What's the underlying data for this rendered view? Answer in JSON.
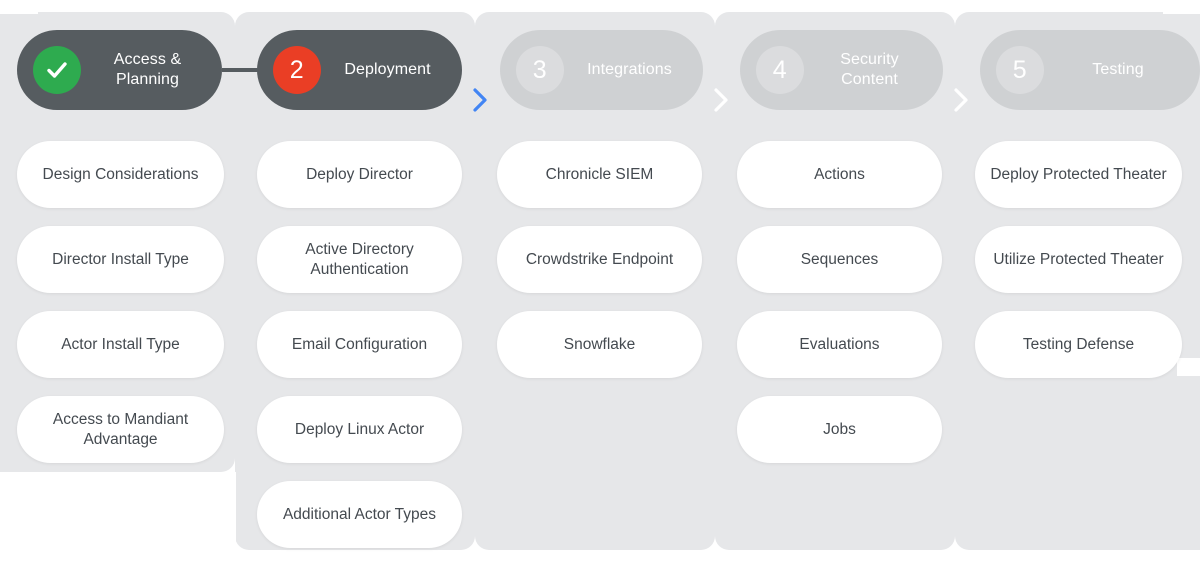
{
  "theme": {
    "page_background": "#ffffff",
    "column_background": "#e6e7e9",
    "step_active_bg": "#565c60",
    "step_upcoming_bg": "#cfd1d3",
    "badge_done_color": "#2eab4f",
    "badge_current_color": "#ea3e25",
    "badge_upcoming_color": "#dbdcde",
    "chevron_active_color": "#4285f4",
    "chevron_inactive_color": "#ffffff",
    "card_background": "#ffffff",
    "card_text_color": "#444a50"
  },
  "stepper": {
    "steps": [
      {
        "number": "",
        "label": "Access & Planning",
        "state": "done",
        "badge_icon": "check-icon"
      },
      {
        "number": "2",
        "label": "Deployment",
        "state": "current",
        "badge_icon": ""
      },
      {
        "number": "3",
        "label": "Integrations",
        "state": "upcoming",
        "badge_icon": ""
      },
      {
        "number": "4",
        "label": "Security Content",
        "state": "upcoming",
        "badge_icon": ""
      },
      {
        "number": "5",
        "label": "Testing",
        "state": "upcoming",
        "badge_icon": ""
      }
    ],
    "connectors": [
      {
        "type": "line",
        "after_step": 1
      },
      {
        "type": "chevron-right-icon",
        "after_step": 2,
        "color": "#4285f4"
      },
      {
        "type": "chevron-right-icon",
        "after_step": 3,
        "color": "#ffffff"
      },
      {
        "type": "chevron-right-icon",
        "after_step": 4,
        "color": "#ffffff"
      }
    ]
  },
  "columns": [
    {
      "step_label": "Access & Planning",
      "cards": [
        {
          "label": "Design Considerations"
        },
        {
          "label": "Director Install Type"
        },
        {
          "label": "Actor Install Type"
        },
        {
          "label": "Access to Mandiant Advantage"
        }
      ]
    },
    {
      "step_label": "Deployment",
      "cards": [
        {
          "label": "Deploy Director"
        },
        {
          "label": "Active Directory Authentication"
        },
        {
          "label": "Email Configuration"
        },
        {
          "label": "Deploy Linux Actor"
        },
        {
          "label": "Additional Actor Types"
        }
      ]
    },
    {
      "step_label": "Integrations",
      "cards": [
        {
          "label": "Chronicle SIEM"
        },
        {
          "label": "Crowdstrike Endpoint"
        },
        {
          "label": "Snowflake"
        }
      ]
    },
    {
      "step_label": "Security Content",
      "cards": [
        {
          "label": "Actions"
        },
        {
          "label": "Sequences"
        },
        {
          "label": "Evaluations"
        },
        {
          "label": "Jobs"
        }
      ]
    },
    {
      "step_label": "Testing",
      "cards": [
        {
          "label": "Deploy Protected Theater"
        },
        {
          "label": "Utilize Protected Theater"
        },
        {
          "label": "Testing Defense"
        }
      ]
    }
  ]
}
